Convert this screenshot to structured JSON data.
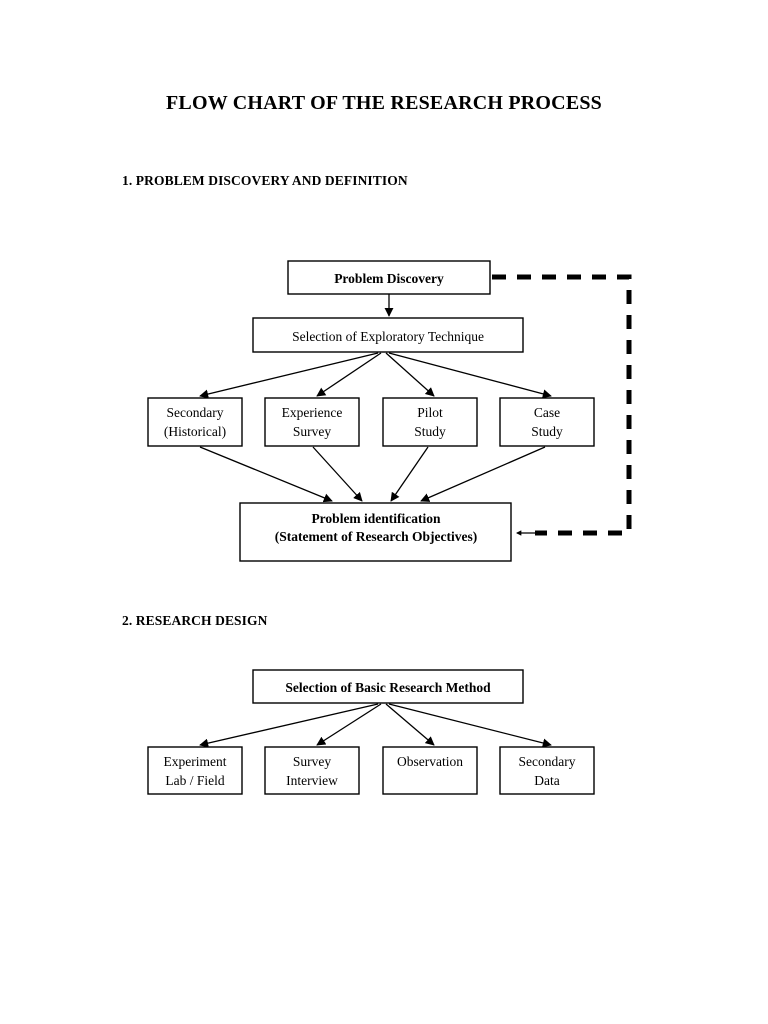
{
  "document": {
    "title": "FLOW CHART OF THE RESEARCH PROCESS"
  },
  "sections": [
    {
      "heading": "1. PROBLEM DISCOVERY AND DEFINITION",
      "nodes": {
        "root": "Problem Discovery",
        "technique": "Selection of Exploratory Technique",
        "options": [
          {
            "line1": "Secondary",
            "line2": "(Historical)"
          },
          {
            "line1": "Experience",
            "line2": "Survey"
          },
          {
            "line1": "Pilot",
            "line2": "Study"
          },
          {
            "line1": "Case",
            "line2": "Study"
          }
        ],
        "outcome": {
          "line1": "Problem identification",
          "line2": "(Statement of Research Objectives)"
        }
      },
      "feedback_label": ""
    },
    {
      "heading": "2. RESEARCH DESIGN",
      "nodes": {
        "root": "Selection of Basic Research Method",
        "options": [
          {
            "line1": "Experiment",
            "line2": "Lab / Field"
          },
          {
            "line1": "Survey",
            "line2": "Interview"
          },
          {
            "line1": "Observation",
            "line2": ""
          },
          {
            "line1": "Secondary",
            "line2": "Data"
          }
        ]
      }
    }
  ],
  "colors": {
    "page_background": "#ffffff",
    "stroke": "#000000",
    "text": "#000000"
  }
}
